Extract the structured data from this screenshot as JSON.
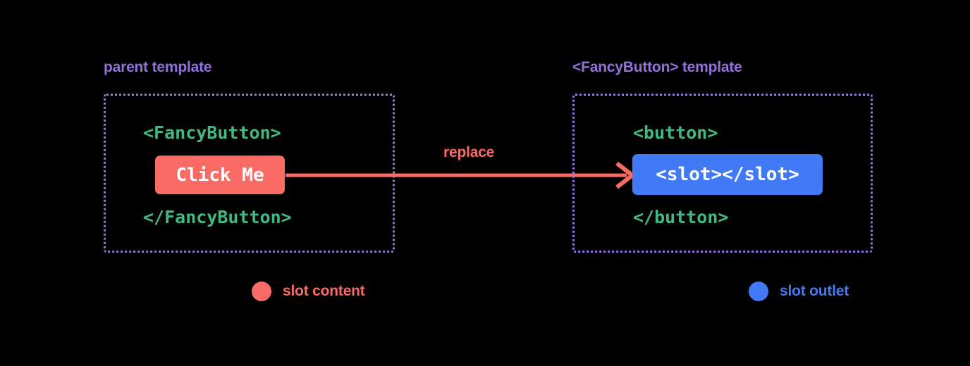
{
  "diagram": {
    "background_color": "#000000",
    "accent_colors": {
      "purple": "#9370DB",
      "dotted_border": "#9575DE",
      "green": "#42B883",
      "red": "#FA6B66",
      "blue": "#4279F5",
      "white": "#FFFFFF"
    },
    "panels": [
      {
        "id": "parent",
        "title": "parent template",
        "open_tag": "<FancyButton>",
        "close_tag": "</FancyButton>",
        "chip_label": "Click Me",
        "chip_color": "#FA6B66"
      },
      {
        "id": "fancybutton",
        "title": "<FancyButton> template",
        "open_tag": "<button>",
        "close_tag": "</button>",
        "chip_label": "<slot></slot>",
        "chip_color": "#4279F5"
      }
    ],
    "arrow": {
      "label": "replace",
      "color": "#FA6B66",
      "direction": "left-to-right",
      "icon": "arrow-right-icon"
    },
    "legend": [
      {
        "label": "slot content",
        "color": "#FA6B66",
        "icon": "circle-icon"
      },
      {
        "label": "slot outlet",
        "color": "#4279F5",
        "icon": "circle-icon"
      }
    ]
  }
}
